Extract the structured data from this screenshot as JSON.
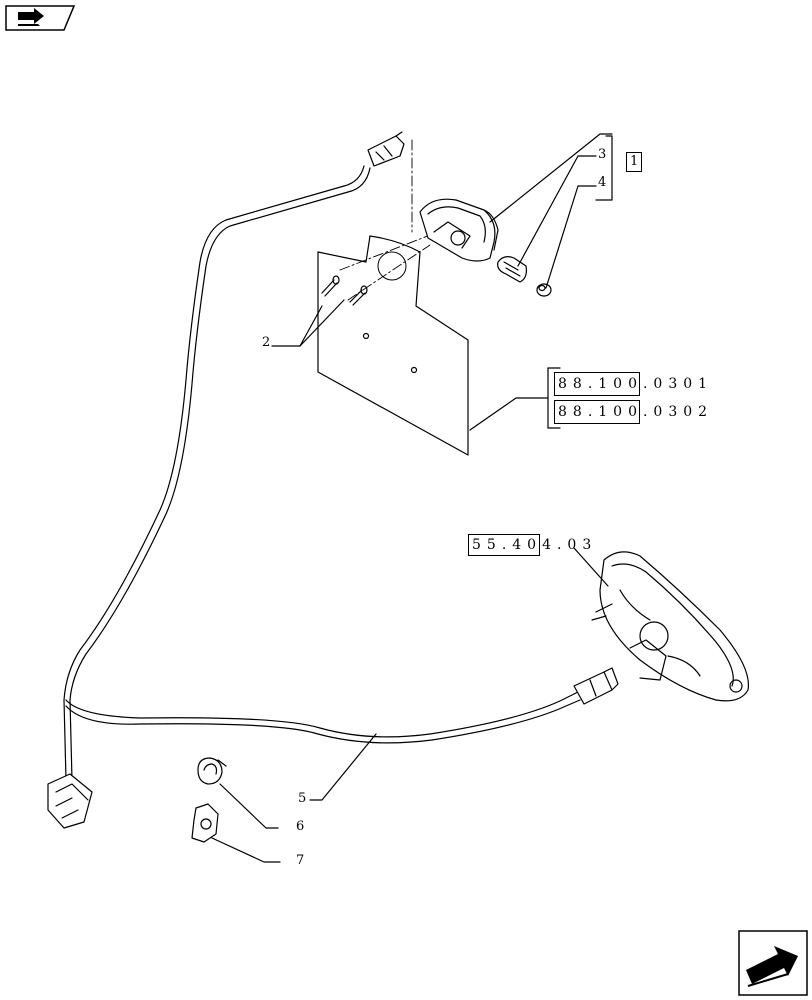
{
  "callouts": {
    "c1": "1",
    "c2": "2",
    "c3": "3",
    "c4": "4",
    "c5": "5",
    "c6": "6",
    "c7": "7"
  },
  "references": {
    "ref_a": "88.100.0301",
    "ref_b": "88.100.0302",
    "ref_c": "55.404.03"
  },
  "icons": {
    "top_left": "book-arrow-icon",
    "bottom_right": "next-page-arrow-icon"
  }
}
